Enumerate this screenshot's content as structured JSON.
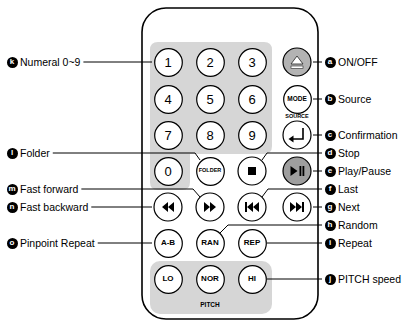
{
  "diagram": {
    "nodes": [
      {
        "text": [
          "1"
        ]
      },
      {
        "text": [
          "2"
        ]
      },
      {
        "text": [
          "3"
        ]
      },
      {
        "text": [
          "4"
        ]
      },
      {
        "text": [
          "5"
        ]
      },
      {
        "text": [
          "6"
        ]
      },
      {
        "text": [
          "MODE"
        ]
      },
      {
        "text": [
          "7"
        ]
      },
      {
        "text": [
          "8"
        ]
      },
      {
        "text": [
          "9"
        ]
      },
      {
        "text": [
          "0"
        ]
      },
      {
        "text": [
          "FOLDER"
        ]
      },
      {
        "text": [
          "A-B"
        ]
      },
      {
        "text": [
          "RAN"
        ]
      },
      {
        "text": [
          "REP"
        ]
      },
      {
        "text": [
          "LO"
        ]
      },
      {
        "text": [
          "NOR"
        ]
      },
      {
        "text": [
          "HI"
        ]
      }
    ],
    "labels": [
      "k",
      "Numeral 0~9",
      "a",
      "ON/OFF",
      "b",
      "Source",
      "SOURCE",
      "c",
      "Confirmation",
      "l",
      "Folder",
      "d",
      "Stop",
      "e",
      "Play/Pause",
      "m",
      "Fast forward",
      "f",
      "Last",
      "n",
      "Fast backward",
      "g",
      "Next",
      "h",
      "Random",
      "o",
      "Pinpoint Repeat",
      "i",
      "Repeat",
      "j",
      "PITCH speed",
      "PITCH"
    ]
  }
}
